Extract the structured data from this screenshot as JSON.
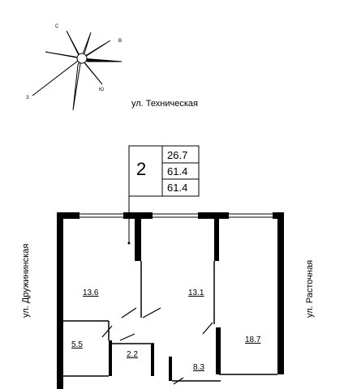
{
  "compass": {
    "letters": [
      "С",
      "В",
      "Ю",
      "З"
    ]
  },
  "streets": {
    "top": "ул. Техническая",
    "left": "ул. Дружининская",
    "right": "ул. Расточная"
  },
  "apartment": {
    "rooms_count": "2",
    "areas": [
      "26.7",
      "61.4",
      "61.4"
    ]
  },
  "rooms": [
    {
      "area": "13.6"
    },
    {
      "area": "13.1"
    },
    {
      "area": "18.7"
    },
    {
      "area": "5.5"
    },
    {
      "area": "2.2"
    },
    {
      "area": "8.3"
    }
  ]
}
